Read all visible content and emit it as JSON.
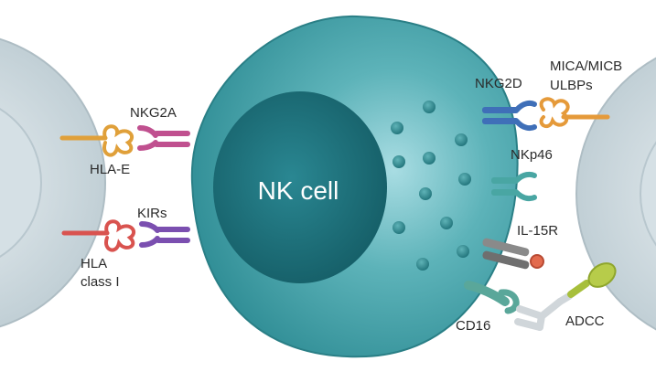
{
  "cell": {
    "label": "NK cell"
  },
  "labels": {
    "nkg2a": "NKG2A",
    "hla_e": "HLA-E",
    "kirs": "KIRs",
    "hla_class_1": "HLA",
    "hla_class_2": "class I",
    "nkg2d": "NKG2D",
    "mica": "MICA/MICB",
    "ulbps": "ULBPs",
    "nkp46": "NKp46",
    "il15r": "IL-15R",
    "cd16": "CD16",
    "adcc": "ADCC"
  },
  "colors": {
    "nk_cytoplasm": "#3fa0a6",
    "nk_nucleus": "#1e6f79",
    "granule": "#2f8a90",
    "target_cell": "#c9d7dd",
    "nkg2a": "#c0508f",
    "hla_e": "#e0a03a",
    "kirs": "#7b4fb0",
    "hla_class_i": "#d9534f",
    "nkg2d": "#3f6fb8",
    "mica": "#e59a3a",
    "nkp46": "#49a6a3",
    "il15r": "#8a8a8a",
    "cd16": "#5aa79a",
    "antibody": "#d9dde0",
    "adcc": "#a7bf3b"
  }
}
